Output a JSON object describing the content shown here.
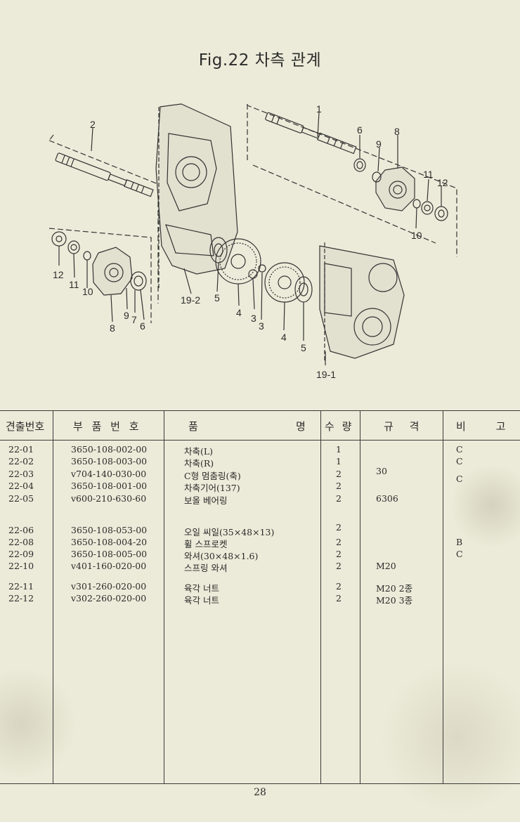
{
  "figure": {
    "title": "Fig.22 차측 관계",
    "callouts": [
      "1",
      "2",
      "6",
      "9",
      "8",
      "11",
      "12",
      "10",
      "12",
      "11",
      "10",
      "8",
      "9",
      "7",
      "6",
      "19-2",
      "5",
      "4",
      "3",
      "3",
      "4",
      "5",
      "19-1"
    ]
  },
  "table": {
    "headers": {
      "no": "견출번호",
      "part": "부 품 번 호",
      "name_left": "품",
      "name_right": "명",
      "qty": "수 량",
      "spec": "규 격",
      "note": "비 고"
    },
    "rows": [
      {
        "no": "22-01",
        "part": "3650-108-002-00",
        "name": "차축(L)",
        "qty": "1",
        "spec": "",
        "note": "C"
      },
      {
        "no": "22-02",
        "part": "3650-108-003-00",
        "name": "차축(R)",
        "qty": "1",
        "spec": "",
        "note": "C"
      },
      {
        "no": "22-03",
        "part": "v704-140-030-00",
        "name": "C형 멈춤링(축)",
        "qty": "2",
        "spec": "30",
        "note": "C"
      },
      {
        "no": "22-04",
        "part": "3650-108-001-00",
        "name": "차축기어(137)",
        "qty": "2",
        "spec": "",
        "note": ""
      },
      {
        "no": "22-05",
        "part": "v600-210-630-60",
        "name": "보올 베어링",
        "qty": "2",
        "spec": "6306",
        "note": ""
      },
      {
        "no": "22-06",
        "part": "3650-108-053-00",
        "name": "오일 씨일(35×48×13)",
        "qty": "2",
        "spec": "",
        "note": ""
      },
      {
        "no": "22-08",
        "part": "3650-108-004-20",
        "name": "휠 스프로켓",
        "qty": "2",
        "spec": "",
        "note": "B"
      },
      {
        "no": "22-09",
        "part": "3650-108-005-00",
        "name": "와셔(30×48×1.6)",
        "qty": "2",
        "spec": "",
        "note": "C"
      },
      {
        "no": "22-10",
        "part": "v401-160-020-00",
        "name": "스프링 와셔",
        "qty": "2",
        "spec": "M20",
        "note": ""
      },
      {
        "no": "22-11",
        "part": "v301-260-020-00",
        "name": "육각 너트",
        "qty": "2",
        "spec": "M20 2종",
        "note": ""
      },
      {
        "no": "22-12",
        "part": "v302-260-020-00",
        "name": "육각 너트",
        "qty": "2",
        "spec": "M20 3종",
        "note": ""
      }
    ]
  },
  "page_number": "28"
}
